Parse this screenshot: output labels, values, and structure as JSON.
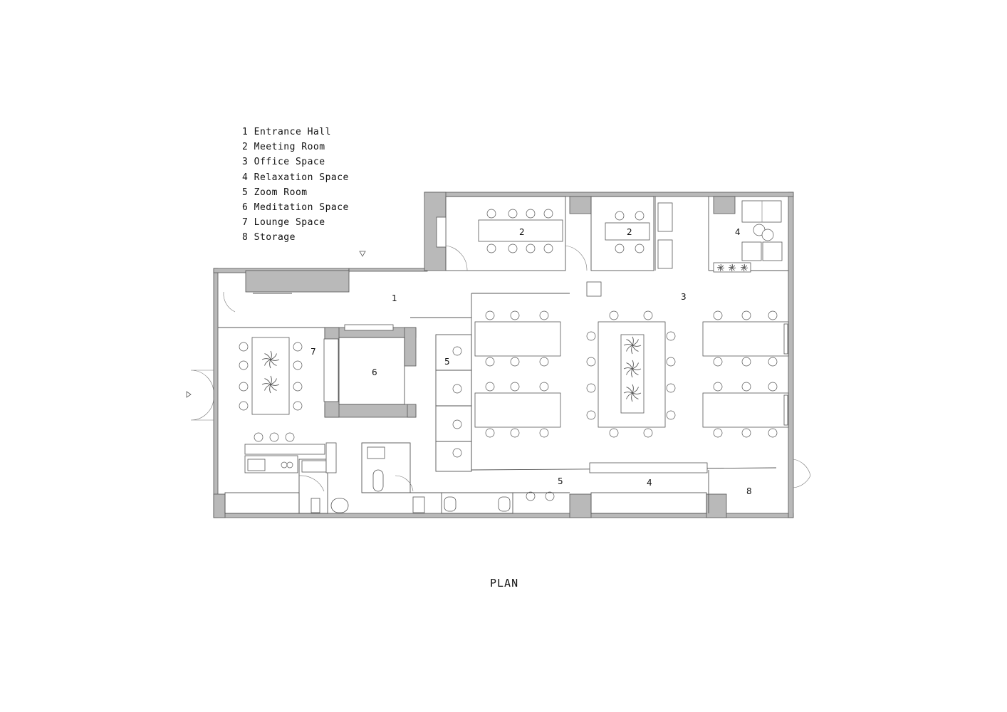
{
  "legend": [
    {
      "num": "1",
      "name": "Entrance Hall"
    },
    {
      "num": "2",
      "name": "Meeting Room"
    },
    {
      "num": "3",
      "name": "Office Space"
    },
    {
      "num": "4",
      "name": "Relaxation Space"
    },
    {
      "num": "5",
      "name": "Zoom Room"
    },
    {
      "num": "6",
      "name": "Meditation Space"
    },
    {
      "num": "7",
      "name": "Lounge Space"
    },
    {
      "num": "8",
      "name": "Storage"
    }
  ],
  "room_labels": {
    "entrance_hall": "1",
    "meeting_room_a": "2",
    "meeting_room_b": "2",
    "office_space": "3",
    "relaxation_upper": "4",
    "relaxation_lower": "4",
    "zoom_room_a": "5",
    "zoom_room_b": "5",
    "meditation_space": "6",
    "lounge_space": "7",
    "storage": "8"
  },
  "title": "PLAN"
}
